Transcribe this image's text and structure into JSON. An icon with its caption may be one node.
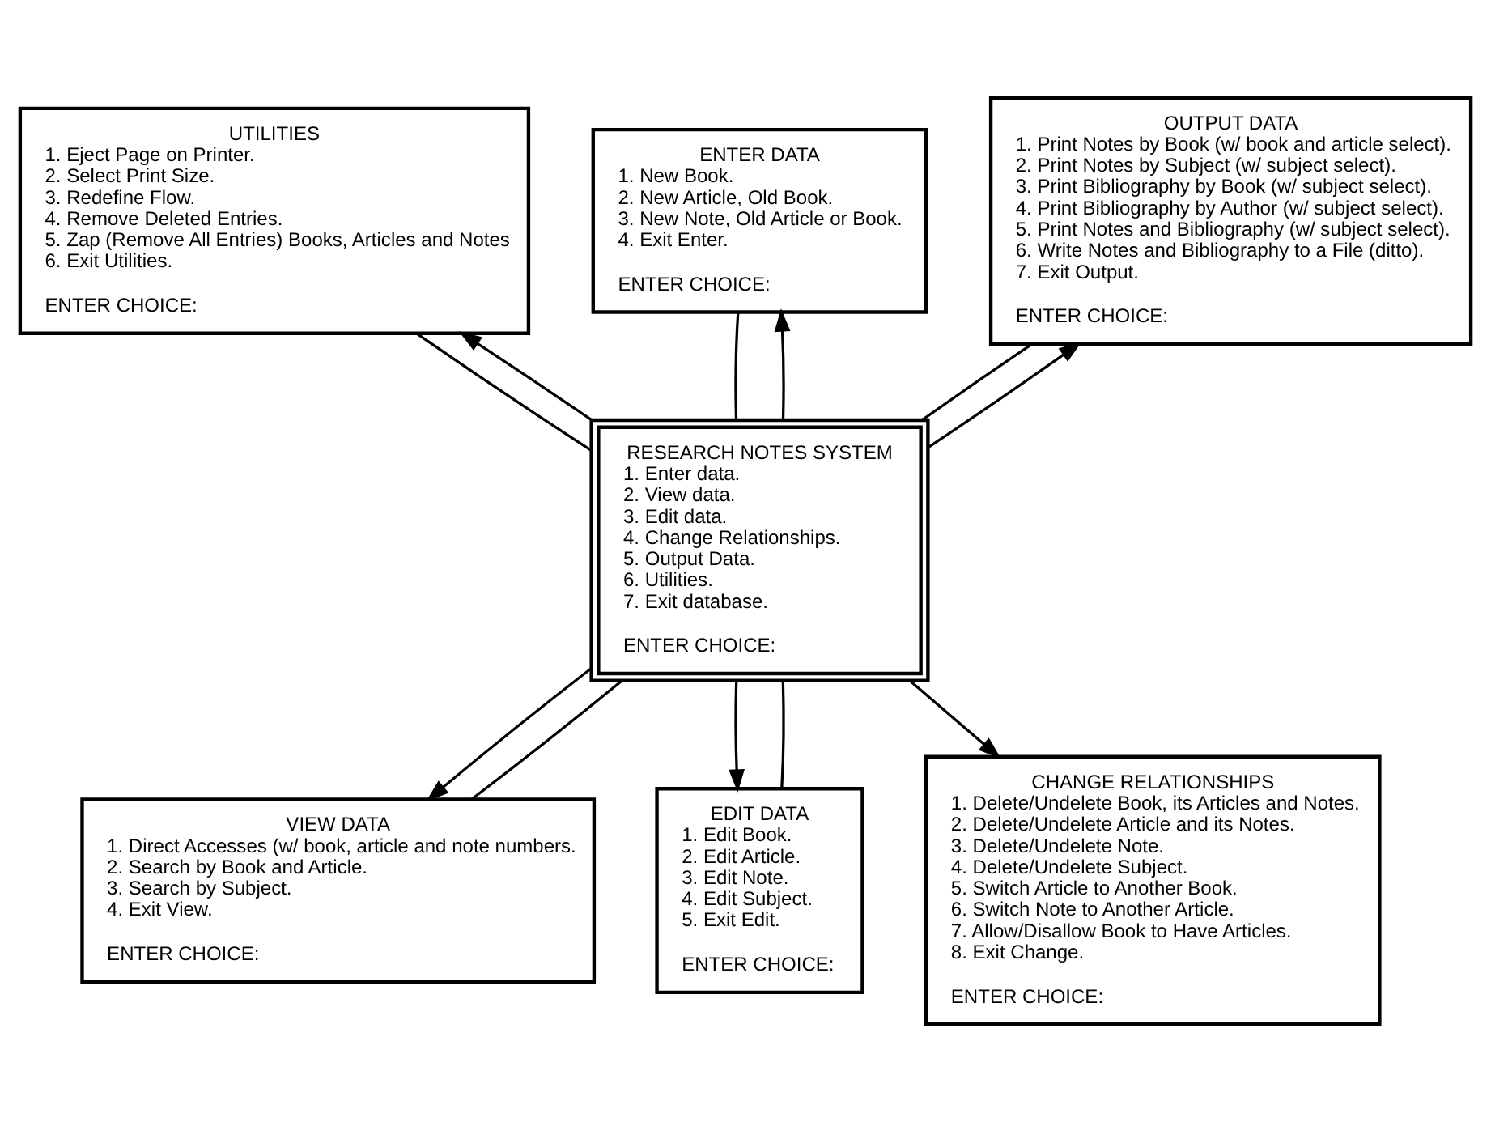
{
  "diagram": {
    "nodes": [
      {
        "text": [
          "UTILITIES",
          "1. Eject Page on Printer.",
          "2. Select Print Size.",
          "3. Redefine Flow.",
          "4. Remove Deleted Entries.",
          "5. Zap (Remove All Entries) Books, Articles and Notes",
          "6. Exit Utilities.",
          "ENTER CHOICE:"
        ]
      },
      {
        "text": [
          "ENTER DATA",
          "1. New Book.",
          "2. New Article, Old Book.",
          "3. New Note, Old Article or Book.",
          "4. Exit Enter.",
          "ENTER CHOICE:"
        ]
      },
      {
        "text": [
          "OUTPUT DATA",
          "1. Print Notes by Book (w/ book and article select).",
          "2. Print Notes by Subject (w/ subject select).",
          "3. Print Bibliography by Book (w/ subject select).",
          "4. Print Bibliography by Author (w/ subject select).",
          "5. Print Notes and Bibliography (w/ subject select).",
          "6. Write Notes and Bibliography to a File (ditto).",
          "7. Exit Output.",
          "ENTER CHOICE:"
        ]
      },
      {
        "text": [
          "RESEARCH NOTES SYSTEM",
          "1. Enter data.",
          "2. View data.",
          "3. Edit data.",
          "4. Change Relationships.",
          "5. Output Data.",
          "6. Utilities.",
          "7. Exit database.",
          "ENTER CHOICE:"
        ]
      },
      {
        "text": [
          "VIEW DATA",
          "1. Direct Accesses (w/ book, article and note numbers.",
          "2. Search by Book and Article.",
          "3. Search by Subject.",
          "4. Exit View.",
          "ENTER CHOICE:"
        ]
      },
      {
        "text": [
          "EDIT DATA",
          "1. Edit Book.",
          "2. Edit Article.",
          "3. Edit Note.",
          "4. Edit Subject.",
          "5. Exit Edit.",
          "ENTER CHOICE:"
        ]
      },
      {
        "text": [
          "CHANGE RELATIONSHIPS",
          "1. Delete/Undelete Book, its Articles and Notes.",
          "2. Delete/Undelete Article and its Notes.",
          "3. Delete/Undelete Note.",
          "4. Delete/Undelete Subject.",
          "5. Switch Article to Another Book.",
          "6. Switch Note to Another Article.",
          "7. Allow/Disallow Book to Have Articles.",
          "8. Exit Change.",
          "ENTER CHOICE:"
        ]
      }
    ],
    "edges": [
      {
        "from": 3,
        "to": 0,
        "arrow": "to"
      },
      {
        "from": 0,
        "to": 3,
        "arrow": "none"
      },
      {
        "from": 3,
        "to": 1,
        "arrow": "to"
      },
      {
        "from": 1,
        "to": 3,
        "arrow": "none"
      },
      {
        "from": 3,
        "to": 2,
        "arrow": "to"
      },
      {
        "from": 2,
        "to": 3,
        "arrow": "none"
      },
      {
        "from": 3,
        "to": 4,
        "arrow": "to"
      },
      {
        "from": 4,
        "to": 3,
        "arrow": "none"
      },
      {
        "from": 3,
        "to": 5,
        "arrow": "to"
      },
      {
        "from": 5,
        "to": 3,
        "arrow": "none"
      },
      {
        "from": 3,
        "to": 6,
        "arrow": "to"
      }
    ]
  }
}
